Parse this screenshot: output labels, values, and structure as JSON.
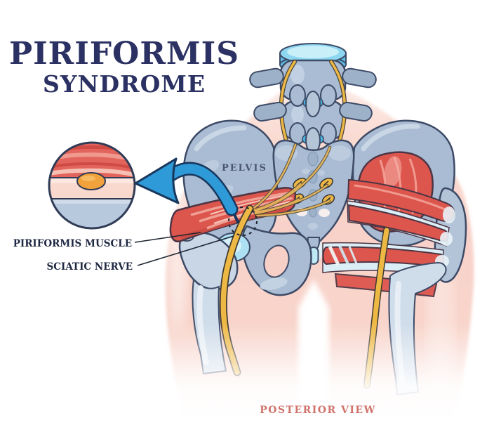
{
  "title": {
    "line1": "PIRIFORMIS",
    "line2": "SYNDROME"
  },
  "anatomy_labels": {
    "pelvis": "PELVIS",
    "piriformis_muscle": "PIRIFORMIS MUSCLE",
    "sciatic_nerve": "SCIATIC NERVE"
  },
  "caption": {
    "view": "POSTERIOR VIEW"
  },
  "icons": {
    "zoom_arrow": "curved-arrow-pointing-to-inset",
    "compression_site": "dashed-circle-marker",
    "inset": "magnified-nerve-compression-cross-section"
  },
  "palette": {
    "background": "#ffffff",
    "body_silhouette_pink": "#f8d2c9",
    "bone_fill": "#a9bcd3",
    "bone_light": "#cfdcea",
    "bone_outline": "#3d4a66",
    "muscle_red": "#dd564e",
    "muscle_dark": "#cb4a42",
    "muscle_highlight": "#f0998e",
    "nerve_yellow": "#eeb845",
    "inset_nerve_orange": "#f1a23d",
    "disc_cyan": "#8ed7f0",
    "arrow_blue": "#2e9ad8",
    "title_navy": "#2b3162",
    "label_navy": "#1e2742",
    "pelvis_label_slate": "#4a5670",
    "footer_salmon": "#d0736c"
  }
}
